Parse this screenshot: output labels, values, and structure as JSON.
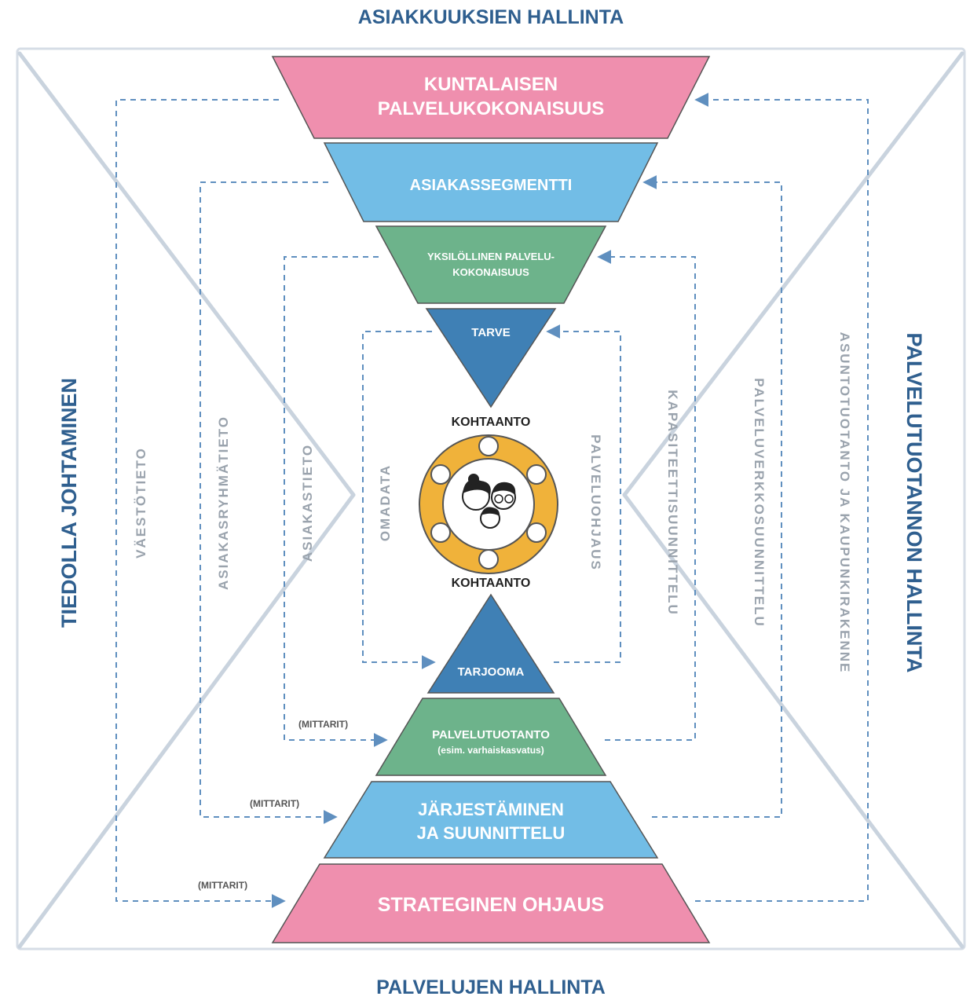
{
  "headers": {
    "top": "ASIAKKUUKSIEN HALLINTA",
    "bottom": "PALVELUJEN HALLINTA",
    "left": "TIEDOLLA JOHTAMINEN",
    "right": "PALVELUTUOTANNON HALLINTA"
  },
  "funnel_top": [
    {
      "label_1": "KUNTALAISEN",
      "label_2": "PALVELUKOKONAISUUS",
      "color": "#ef8fae"
    },
    {
      "label_1": "ASIAKASSEGMENTTI",
      "color": "#72bde6"
    },
    {
      "label_1": "YKSILÖLLINEN PALVELU-",
      "label_2": "KOKONAISUUS",
      "color": "#6db38b"
    },
    {
      "label_1": "TARVE",
      "color": "#3f80b5"
    }
  ],
  "funnel_bottom": [
    {
      "label_1": "TARJOOMA",
      "color": "#3f80b5"
    },
    {
      "label_1": "PALVELUTUOTANTO",
      "label_2": "(esim. varhaiskasvatus)",
      "color": "#6db38b"
    },
    {
      "label_1": "JÄRJESTÄMINEN",
      "label_2": "JA SUUNNITTELU",
      "color": "#72bde6"
    },
    {
      "label_1": "STRATEGINEN OHJAUS",
      "color": "#ef8fae"
    }
  ],
  "center": {
    "top_label": "KOHTAANTO",
    "bottom_label": "KOHTAANTO",
    "ring_color": "#f0b23a"
  },
  "left_labels": {
    "l1": "VÄESTÖTIETO",
    "l2": "ASIAKASRYHMÄTIETO",
    "l3": "ASIAKASTIETO",
    "l4": "OMADATA"
  },
  "right_labels": {
    "r1": "PALVELUOHJAUS",
    "r2": "KAPASITEETTISUUNNITTELU",
    "r3": "PALVELUVERKKOSUUNNITTELU",
    "r4": "ASUNTOTUOTANTO JA KAUPUNKIRAKENNE"
  },
  "metrics": {
    "m1": "(MITTARIT)",
    "m2": "(MITTARIT)",
    "m3": "(MITTARIT)"
  }
}
